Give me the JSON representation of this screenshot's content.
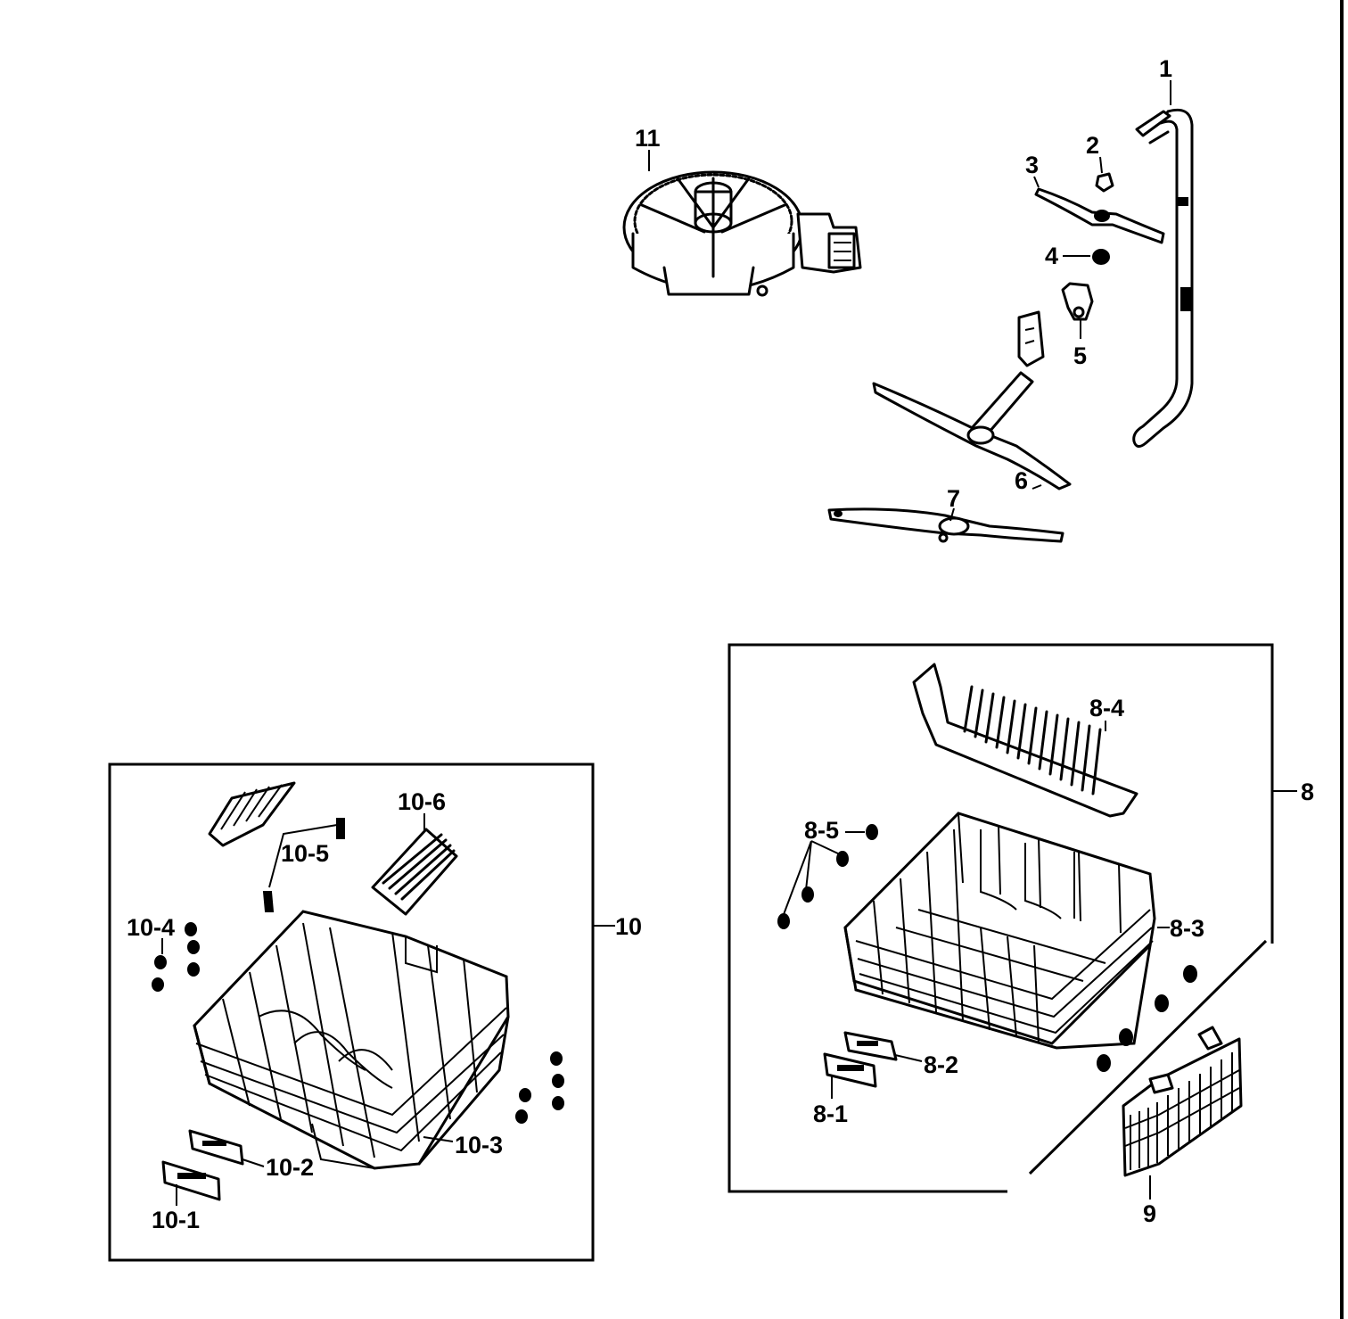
{
  "labels": {
    "l1": "1",
    "l2": "2",
    "l3": "3",
    "l4": "4",
    "l5": "5",
    "l6": "6",
    "l7": "7",
    "l8": "8",
    "l8_1": "8-1",
    "l8_2": "8-2",
    "l8_3": "8-3",
    "l8_4": "8-4",
    "l8_5": "8-5",
    "l9": "9",
    "l10": "10",
    "l10_1": "10-1",
    "l10_2": "10-2",
    "l10_3": "10-3",
    "l10_4": "10-4",
    "l10_5": "10-5",
    "l10_6": "10-6",
    "l11": "11"
  },
  "colors": {
    "ink": "#000000",
    "paper": "#ffffff"
  }
}
